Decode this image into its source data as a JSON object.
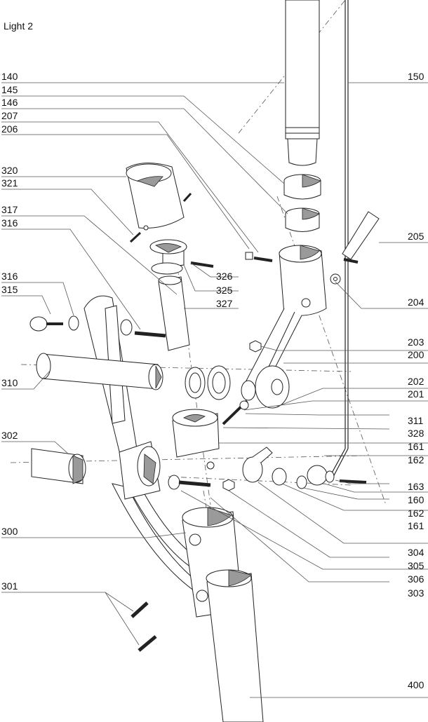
{
  "title": "Light 2",
  "callouts": [
    {
      "id": "c140",
      "text": "140"
    },
    {
      "id": "c145",
      "text": "145"
    },
    {
      "id": "c146",
      "text": "146"
    },
    {
      "id": "c207",
      "text": "207"
    },
    {
      "id": "c206",
      "text": "206"
    },
    {
      "id": "c320",
      "text": "320"
    },
    {
      "id": "c321",
      "text": "321"
    },
    {
      "id": "c317",
      "text": "317"
    },
    {
      "id": "c316a",
      "text": "316"
    },
    {
      "id": "c316b",
      "text": "316"
    },
    {
      "id": "c315",
      "text": "315"
    },
    {
      "id": "c310",
      "text": "310"
    },
    {
      "id": "c302",
      "text": "302"
    },
    {
      "id": "c300",
      "text": "300"
    },
    {
      "id": "c301",
      "text": "301"
    },
    {
      "id": "c150",
      "text": "150"
    },
    {
      "id": "c205",
      "text": "205"
    },
    {
      "id": "c326",
      "text": "326"
    },
    {
      "id": "c325",
      "text": "325"
    },
    {
      "id": "c327",
      "text": "327"
    },
    {
      "id": "c204",
      "text": "204"
    },
    {
      "id": "c203",
      "text": "203"
    },
    {
      "id": "c200",
      "text": "200"
    },
    {
      "id": "c202",
      "text": "202"
    },
    {
      "id": "c201",
      "text": "201"
    },
    {
      "id": "c311",
      "text": "311"
    },
    {
      "id": "c328",
      "text": "328"
    },
    {
      "id": "c161a",
      "text": "161"
    },
    {
      "id": "c162a",
      "text": "162"
    },
    {
      "id": "c163",
      "text": "163"
    },
    {
      "id": "c160",
      "text": "160"
    },
    {
      "id": "c162b",
      "text": "162"
    },
    {
      "id": "c161b",
      "text": "161"
    },
    {
      "id": "c304",
      "text": "304"
    },
    {
      "id": "c305",
      "text": "305"
    },
    {
      "id": "c306",
      "text": "306"
    },
    {
      "id": "c303",
      "text": "303"
    },
    {
      "id": "c400",
      "text": "400"
    }
  ]
}
